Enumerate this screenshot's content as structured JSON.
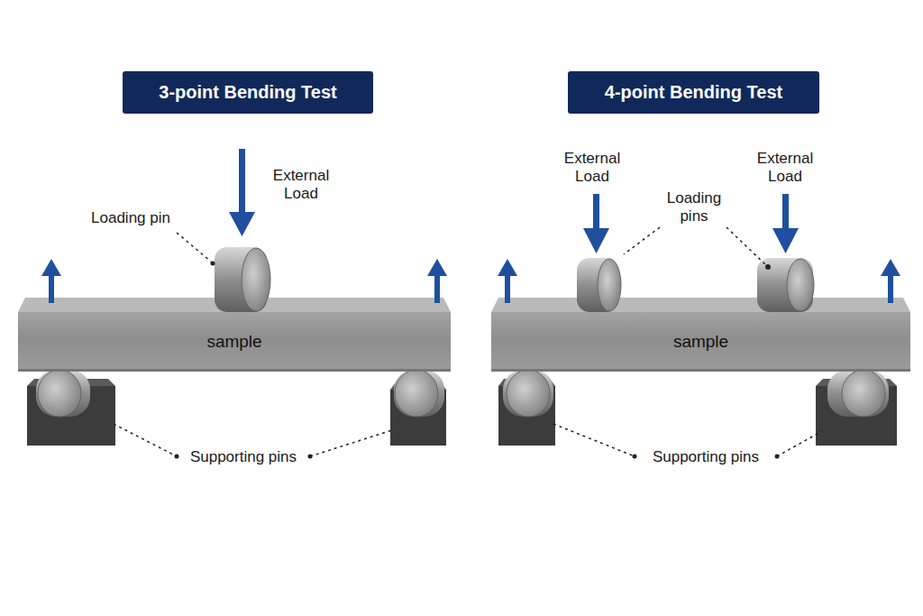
{
  "diagram": {
    "nodes": [
      {
        "text": [
          "3-point Bending Test"
        ]
      },
      {
        "text": [
          "sample"
        ]
      },
      {
        "text": [
          "4-point Bending Test"
        ]
      },
      {
        "text": [
          "sample"
        ]
      }
    ],
    "labels": [
      "Loading pin",
      "External Load",
      "Supporting pins",
      "External Load",
      "Loading pins",
      "External Load",
      "Supporting pins"
    ]
  }
}
